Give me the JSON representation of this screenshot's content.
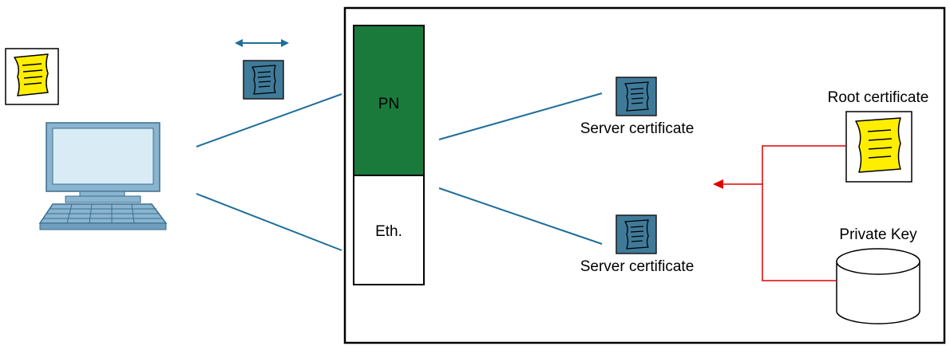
{
  "labels": {
    "pn": "PN",
    "eth": "Eth.",
    "server_cert_top": "Server certificate",
    "server_cert_bottom": "Server certificate",
    "root_cert": "Root certificate",
    "private_key": "Private Key"
  },
  "icons": {
    "pc_cert": "certificate-yellow-icon",
    "transfer_arrow": "double-arrow-icon",
    "transfer_cert": "certificate-blue-icon",
    "pc": "computer-icon",
    "server_cert_top": "certificate-blue-icon",
    "server_cert_bottom": "certificate-blue-icon",
    "root_cert": "certificate-yellow-icon",
    "private_key": "database-icon"
  },
  "colors": {
    "pn_block": "#1a7a3c",
    "connection_line": "#1f6e9a",
    "blue_certificate": "#3f7a99",
    "yellow_certificate": "#ffee00",
    "key_arrow": "#e00000",
    "monitor_screen": "#d9ecf6",
    "monitor_frame": "#8ab4cf"
  }
}
